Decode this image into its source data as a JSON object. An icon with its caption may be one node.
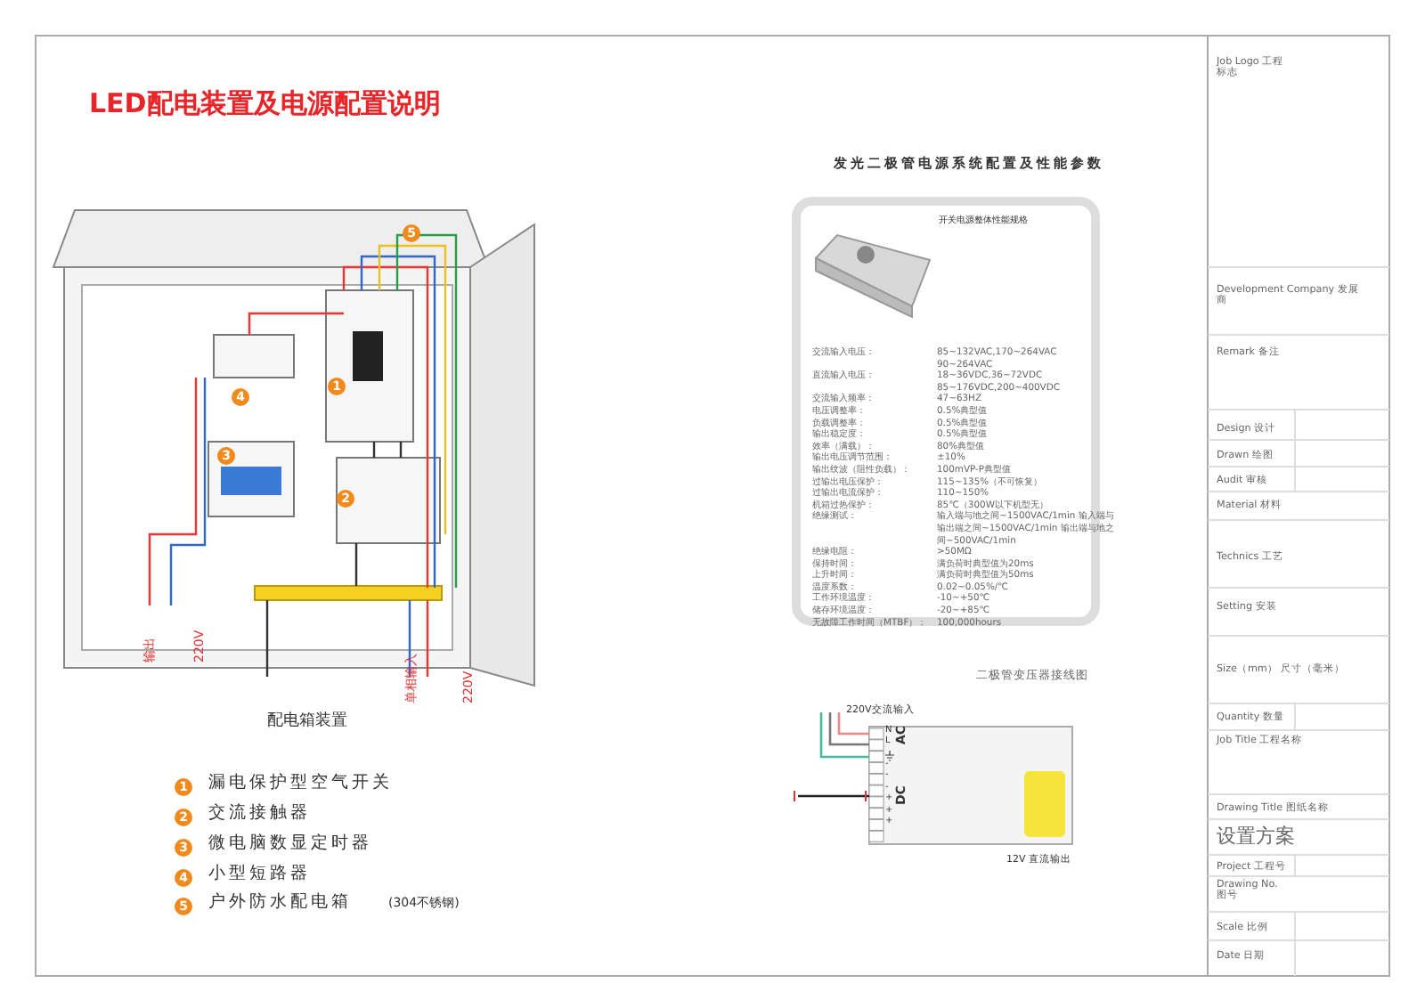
{
  "diagram": {
    "title": "LED配电装置及电源配置说明",
    "labels": [
      "5",
      "1",
      "4",
      "3",
      "2",
      "输出",
      "220V",
      "单相输入",
      "220V",
      "配电箱装置",
      "1",
      "漏电保护型空气开关",
      "2",
      "交流接触器",
      "3",
      "微电脑数显定时器",
      "4",
      "小型短路器",
      "5",
      "户外防水配电箱",
      "(304不锈钢)",
      "发光二极管电源系统配置及性能参数",
      "开关电源整体性能规格",
      "交流输入电压：",
      "85~132VAC,170~264VAC 90~264VAC",
      "直流输入电压：",
      "18~36VDC,36~72VDC 85~176VDC,200~400VDC",
      "交流输入频率：",
      "47~63HZ",
      "电压调整率：",
      "0.5%典型值",
      "负载调整率：",
      "0.5%典型值",
      "输出稳定度：",
      "0.5%典型值",
      "效率（满载）：",
      "80%典型值",
      "输出电压调节范围：",
      "±10%",
      "输出纹波（阻性负载）：",
      "100mVP-P典型值",
      "过输出电压保护：",
      "115~135%（不可恢复）",
      "过输出电流保护：",
      "110~150%",
      "机箱过热保护：",
      "85℃（300W以下机型无）",
      "绝缘测试：",
      "输入端与地之间~1500VAC/1min 输入端与输出端之间~1500VAC/1min 输出端与地之间~500VAC/1min",
      "绝缘电阻：",
      ">50MΩ",
      "保持时间：",
      "满负荷时典型值为20ms",
      "上升时间：",
      "满负荷时典型值为50ms",
      "温度系数：",
      "0.02~0.05%/℃",
      "工作环境温度：",
      "-10~+50℃",
      "储存环境温度：",
      "-20~+85℃",
      "无故障工作时间（MTBF）：",
      "100,000hours",
      "二极管变压器接线图",
      "220V交流输入",
      "N",
      "L",
      "AC",
      "-",
      "-",
      "-",
      "+",
      "+",
      "+",
      "DC",
      "12V 直流输出",
      "Job Logo 工程标志",
      "Development Company 发展商",
      "Remark 备注",
      "Design 设计",
      "Drawn 绘图",
      "Audit 审核",
      "Material 材料",
      "Technics 工艺",
      "Setting 安装",
      "Size（mm） 尺寸（毫米）",
      "Quantity 数量",
      "Job Title 工程名称",
      "Drawing Title 图纸名称",
      "设置方案",
      "Project 工程号",
      "Drawing No. 图号",
      "Scale 比例",
      "Date 日期"
    ]
  }
}
